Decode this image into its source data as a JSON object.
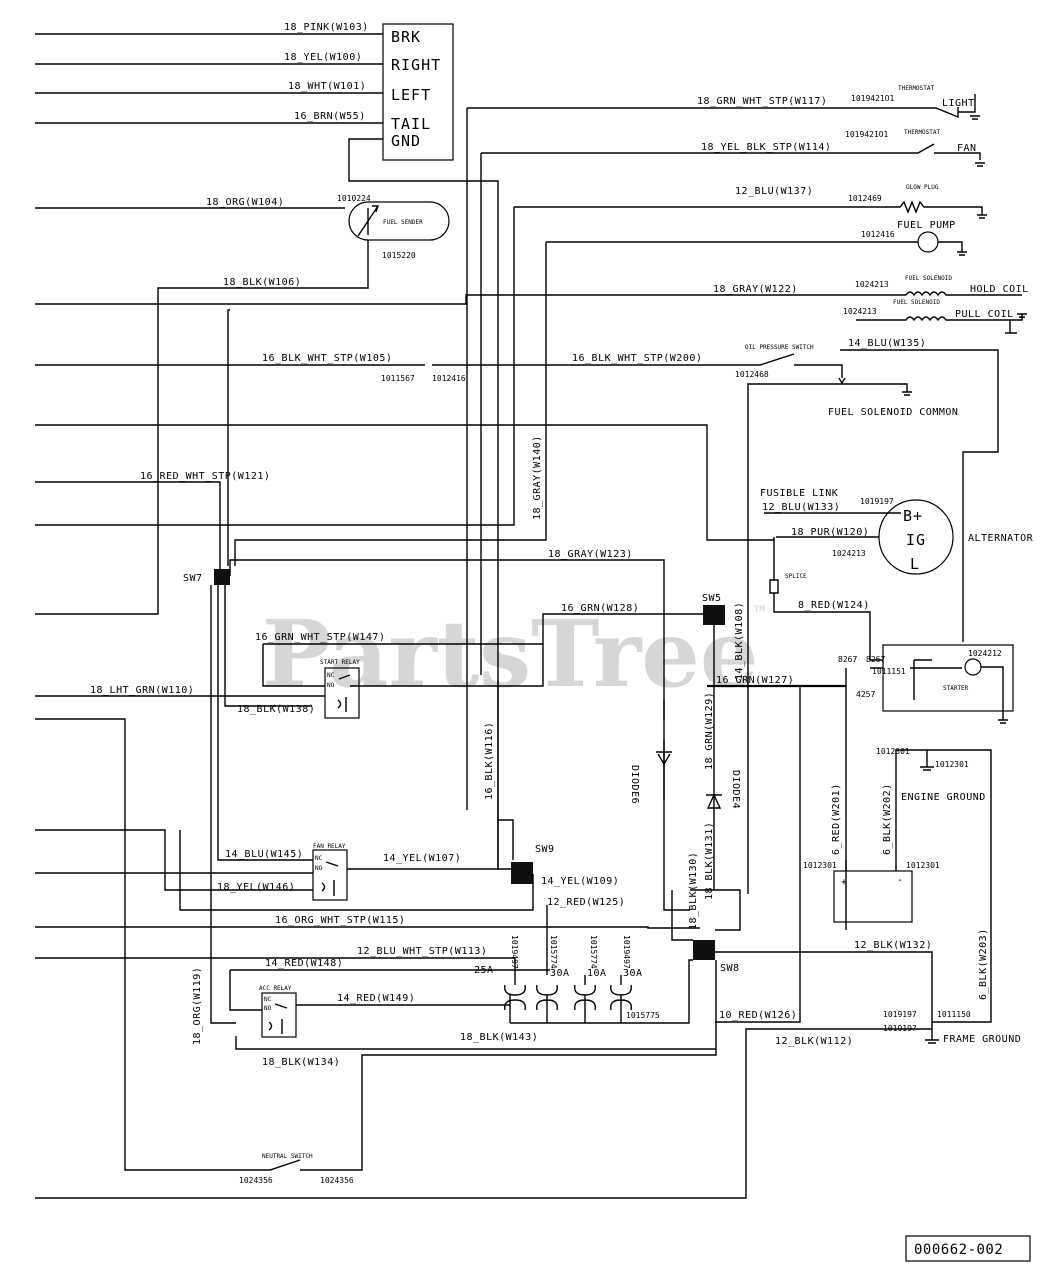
{
  "lamp_box": {
    "items": [
      "BRK",
      "RIGHT",
      "LEFT",
      "TAIL",
      "GND"
    ]
  },
  "wires": {
    "w103": "18_PINK(W103)",
    "w100": "18_YEL(W100)",
    "w101": "18_WHT(W101)",
    "w55": "16_BRN(W55)",
    "w104": "18_ORG(W104)",
    "w106": "18_BLK(W106)",
    "w105": "16_BLK_WHT_STP(W105)",
    "w121": "16_RED_WHT_STP(W121)",
    "w117": "18_GRN_WHT_STP(W117)",
    "w114": "18_YEL_BLK_STP(W114)",
    "w137": "12_BLU(W137)",
    "w122": "18_GRAY(W122)",
    "w135": "14_BLU(W135)",
    "w200": "16_BLK_WHT_STP(W200)",
    "w140": "18_GRAY(W140)",
    "w133": "12_BLU(W133)",
    "w120": "18_PUR(W120)",
    "w123": "18_GRAY(W123)",
    "w128": "16_GRN(W128)",
    "w108": "14_BLK(W108)",
    "w124": "8_RED(W124)",
    "w147": "16_GRN_WHT_STP(W147)",
    "w110": "18_LHT_GRN(W110)",
    "w138": "18_BLK(W138)",
    "w127": "16_GRN(W127)",
    "w129": "18_GRN(W129)",
    "w116": "16_BLK(W116)",
    "w201": "6_RED(W201)",
    "w202": "6_BLK(W202)",
    "w130": "18_BLK(W130)",
    "w131": "18_BLK(W131)",
    "w145": "14_BLU(W145)",
    "w107": "14_YEL(W107)",
    "w146": "18_YEL(W146)",
    "w109": "14_YEL(W109)",
    "w125": "12_RED(W125)",
    "w115": "16_ORG_WHT_STP(W115)",
    "w113": "12_BLU_WHT_STP(W113)",
    "w132": "12_BLK(W132)",
    "w203": "6_BLK(W203)",
    "w148": "14_RED(W148)",
    "w149": "14_RED(W149)",
    "w119": "18_ORG(W119)",
    "w143": "18_BLK(W143)",
    "w126": "10_RED(W126)",
    "w112": "12_BLK(W112)",
    "w134": "18_BLK(W134)"
  },
  "parts": {
    "p1010224": "1010224",
    "p1015220": "1015220",
    "p1019421_a": "1019421O1",
    "p1019421_b": "1019421O1",
    "p1012469": "1012469",
    "p1012416_a": "1012416",
    "p1024213_a": "1024213",
    "p1024213_b": "1024213",
    "p1011567": "1011567",
    "p1012416_b": "1012416",
    "p1012468": "1012468",
    "p1019197_a": "1019197",
    "p1024213_c": "1024213",
    "p8267_a": "8267",
    "p8267_b": "8267",
    "p1011151": "1011151",
    "p4257": "4257",
    "p1024212": "1024212",
    "p1012301_a": "1012301",
    "p1012301_b": "1012301",
    "p1012301_c": "1012301",
    "p1012301_d": "1012301",
    "p1019497_a": "1019497",
    "p1015774_a": "1015774",
    "p1015774_b": "1015774",
    "p1019497_b": "1019497",
    "p1015775": "1015775",
    "p1019197_b": "1019197",
    "p1019197_c": "1019197",
    "p1011150": "1011150",
    "p1024356_a": "1024356",
    "p1024356_b": "1024356"
  },
  "components": {
    "thermostat_a": "THERMOSTAT",
    "light": "LIGHT",
    "thermostat_b": "THERMOSTAT",
    "fan": "FAN",
    "fuel_sender": "FUEL SENDER",
    "glow_plug": "GLOW PLUG",
    "fuel_pump": "FUEL PUMP",
    "fuel_solenoid_a": "FUEL SOLENOID",
    "hold_coil": "HOLD COIL",
    "fuel_solenoid_b": "FUEL SOLENOID",
    "pull_coil": "PULL COIL",
    "oil_pressure_switch": "OIL PRESSURE SWITCH",
    "fuel_solenoid_common": "FUEL SOLENOID COMMON",
    "fusible_link": "FUSIBLE LINK",
    "alternator": "ALTERNATOR",
    "b_plus": "B+",
    "ig": "IG",
    "l": "L",
    "splice": "SPLICE",
    "start_relay": "START RELAY",
    "starter": "STARTER",
    "engine_ground": "ENGINE GROUND",
    "diode6": "DIODE6",
    "diode4": "DIODE4",
    "fan_relay": "FAN RELAY",
    "acc_relay": "ACC RELAY",
    "nc": "NC",
    "no": "NO",
    "frame_ground": "FRAME GROUND",
    "neutral_switch": "NEUTRAL SWITCH",
    "plus": "+",
    "minus": "-"
  },
  "switches": {
    "sw7": "SW7",
    "sw5": "SW5",
    "sw9": "SW9",
    "sw8": "SW8"
  },
  "fuses": {
    "f1": "25A",
    "f2": "30A",
    "f3": "10A",
    "f4": "30A"
  },
  "watermark": {
    "text": "PartsTree",
    "tm": "TM"
  },
  "figure_id": "000662-002"
}
